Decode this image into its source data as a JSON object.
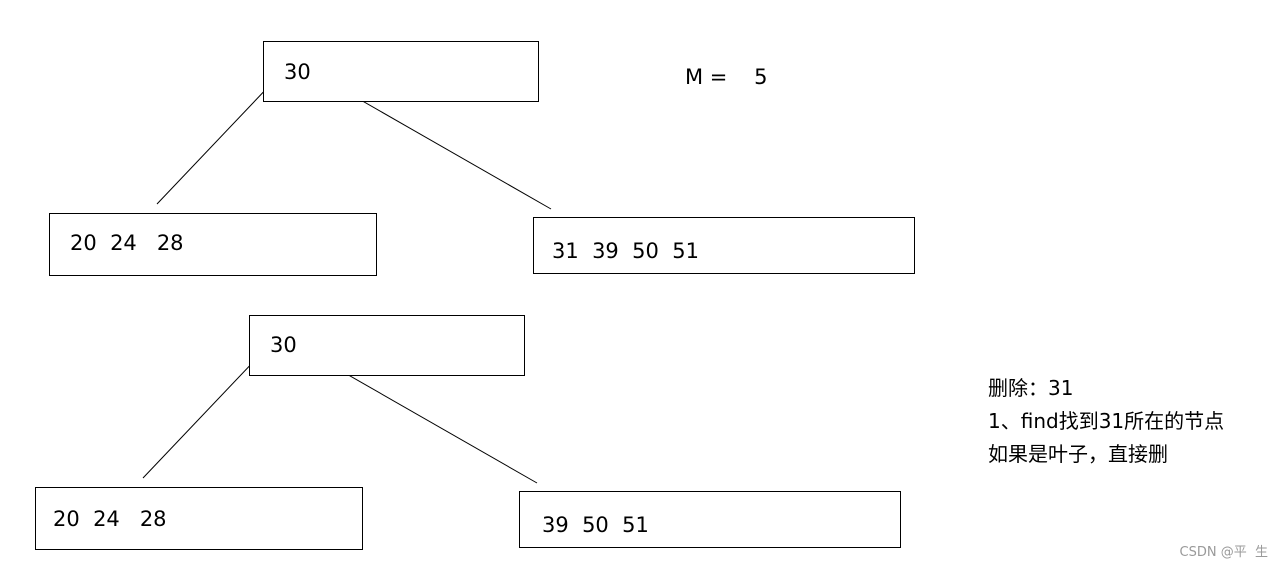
{
  "tree_before": {
    "root": "30",
    "left": "20  24   28",
    "right": "31  39  50  51"
  },
  "tree_after": {
    "root": "30",
    "left": "20  24   28",
    "right": "39  50  51"
  },
  "order_label": "M =    5",
  "note": [
    "删除：31",
    "1、find找到31所在的节点",
    "如果是叶子，直接删"
  ],
  "watermark": "CSDN @平  生",
  "colors": {
    "line": "#000000",
    "background": "#ffffff",
    "watermark": "#9a9a9a"
  }
}
